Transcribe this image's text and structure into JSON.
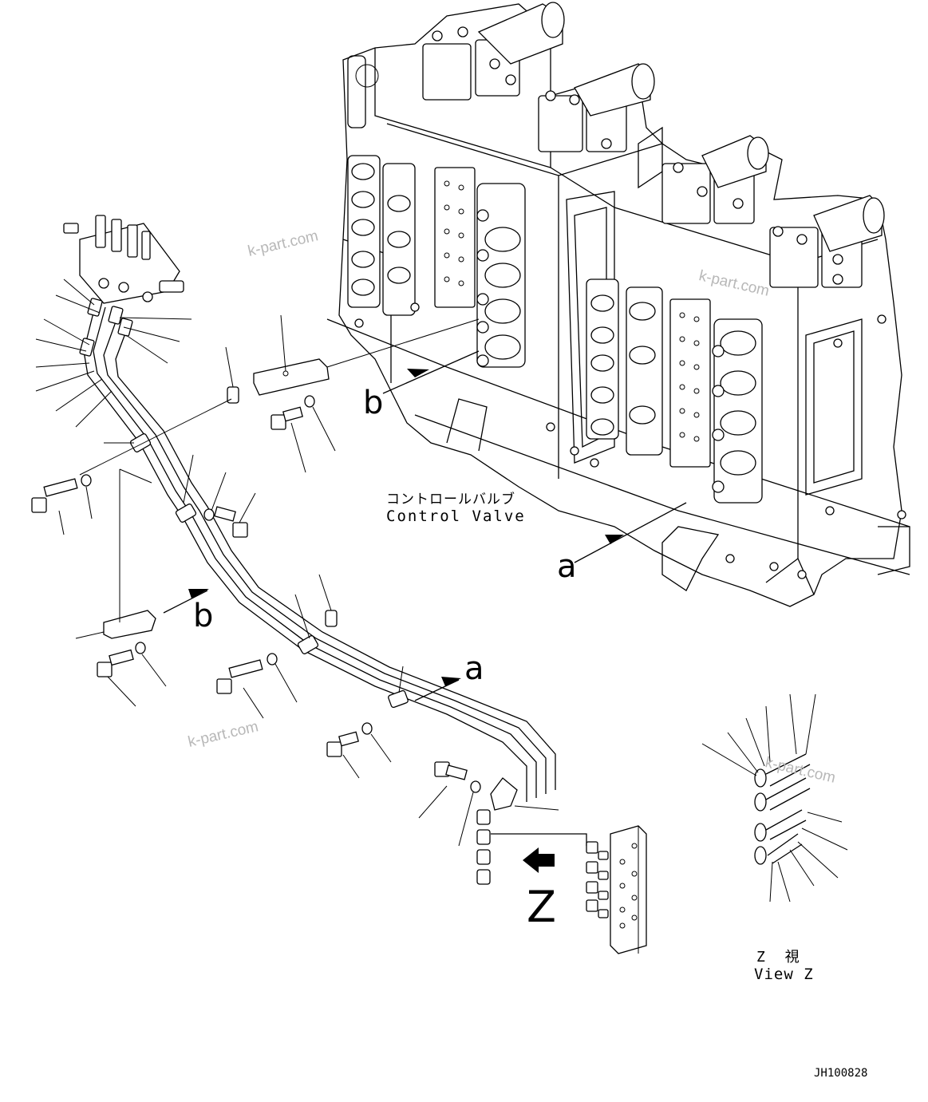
{
  "labels": {
    "control_valve_jp": "コントロールバルブ",
    "control_valve_en": "Control Valve",
    "marker_a": "a",
    "marker_b": "b",
    "view_letter": "Z",
    "view_jp": "Z 視",
    "view_en": "View Z",
    "drawing_number": "JH100828"
  },
  "watermark": "k-part.com"
}
